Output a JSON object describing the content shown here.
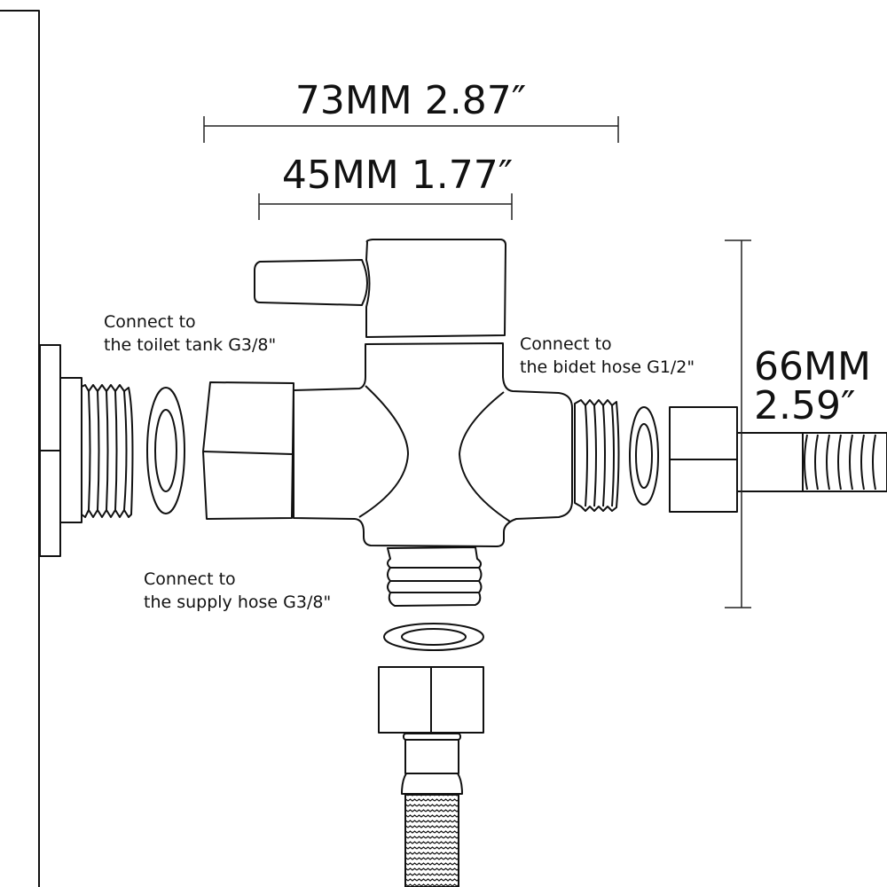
{
  "dimensions": {
    "overall_width": {
      "mm": "73MM",
      "inch": "2.87″",
      "text": "73MM 2.87″"
    },
    "body_width": {
      "mm": "45MM",
      "inch": "1.77″",
      "text": "45MM 1.77″"
    },
    "height": {
      "mm": "66MM",
      "inch": "2.59″"
    }
  },
  "labels": {
    "toilet_tank": {
      "line1": "Connect to",
      "line2": "the toilet tank G3/8\""
    },
    "bidet_hose": {
      "line1": "Connect to",
      "line2": "the bidet hose G1/2\""
    },
    "supply_hose": {
      "line1": "Connect to",
      "line2": "the supply hose G3/8\""
    }
  },
  "colors": {
    "line": "#111111",
    "background": "#ffffff"
  }
}
